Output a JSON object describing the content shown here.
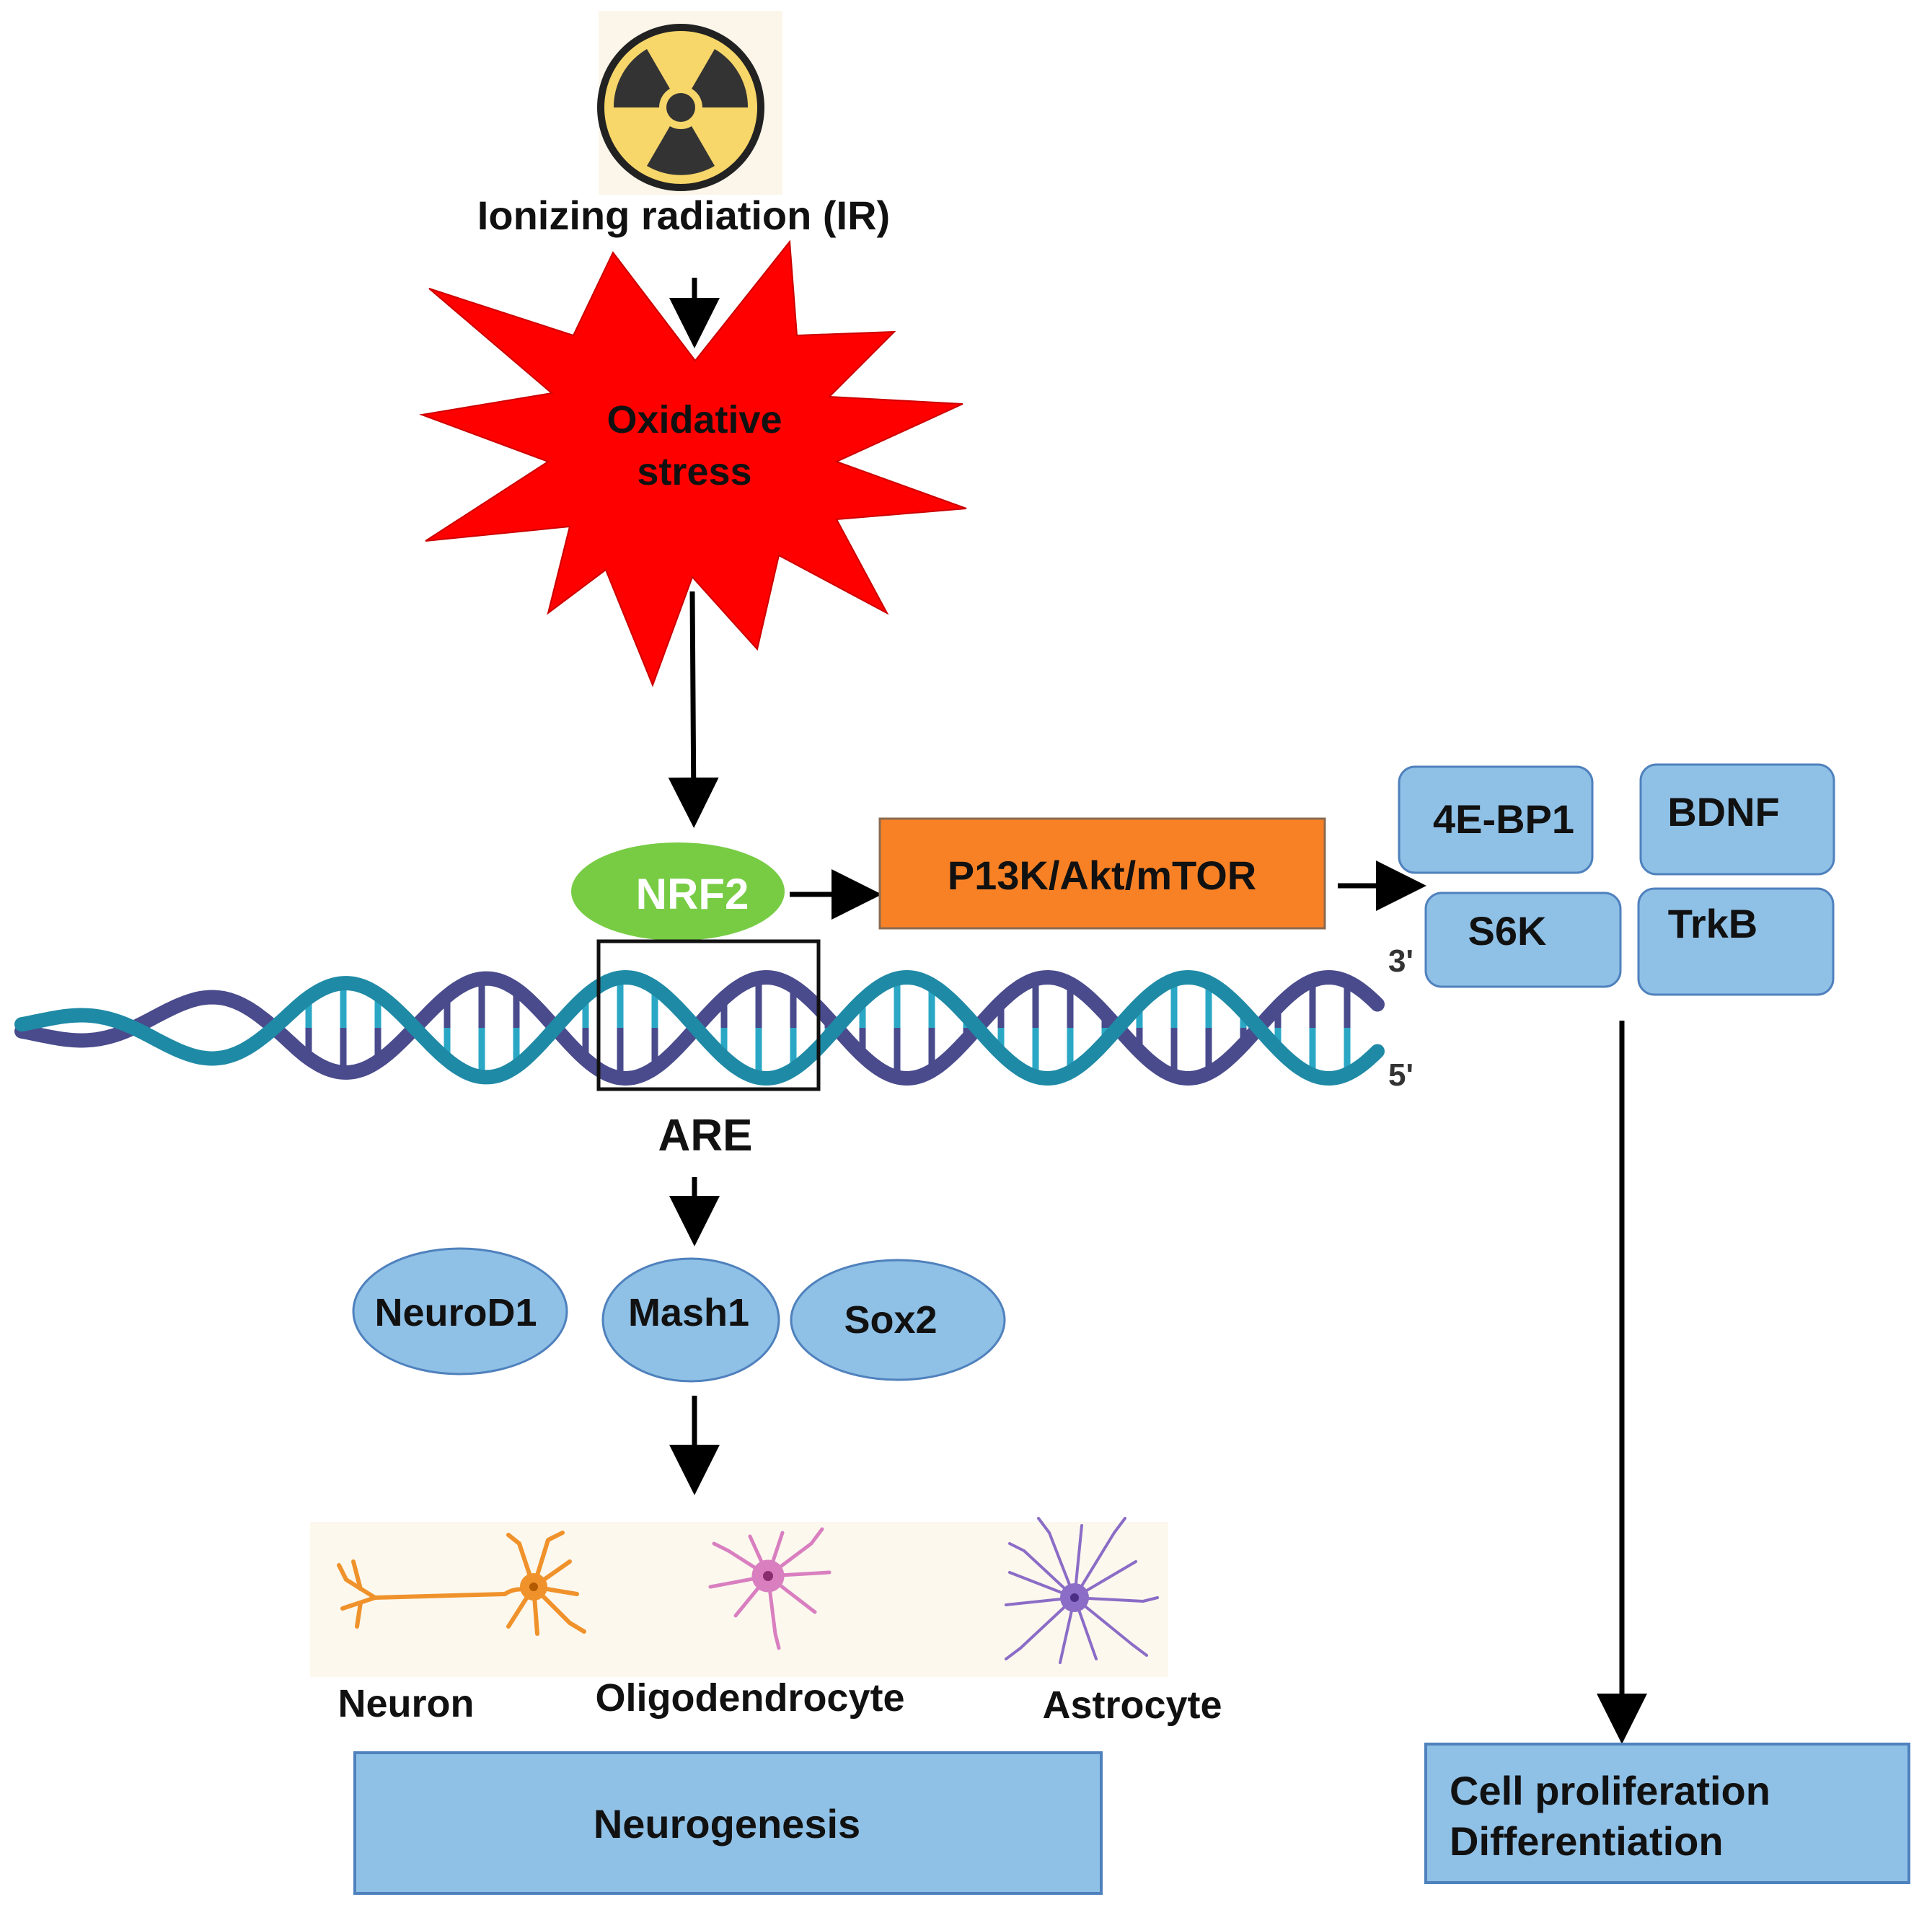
{
  "source": {
    "icon": "radiation-hazard-icon",
    "label": "Ionizing radiation (IR)"
  },
  "stress": {
    "line1": "Oxidative",
    "line2": "stress"
  },
  "nrf2": {
    "label": "NRF2"
  },
  "pathway": {
    "label": "P13K/Akt/mTOR"
  },
  "targets": [
    {
      "label": "4E-BP1"
    },
    {
      "label": "BDNF"
    },
    {
      "label": "S6K"
    },
    {
      "label": "TrkB"
    }
  ],
  "dna": {
    "end_top": "3'",
    "end_bottom": "5'",
    "element_label": "ARE"
  },
  "factors": [
    {
      "label": "NeuroD1"
    },
    {
      "label": "Mash1"
    },
    {
      "label": "Sox2"
    }
  ],
  "cells": [
    {
      "label": "Neuron",
      "icon": "neuron-icon"
    },
    {
      "label": "Oligodendrocyte",
      "icon": "oligodendrocyte-icon"
    },
    {
      "label": "Astrocyte",
      "icon": "astrocyte-icon"
    }
  ],
  "outcome_left": {
    "label": "Neurogenesis"
  },
  "outcome_right": {
    "line1": "Cell proliferation",
    "line2": "Differentiation"
  },
  "colors": {
    "starburst": "#ff0000",
    "nrf2": "#77cc44",
    "pathway": "#f98125",
    "boxes": "#8fc0e6",
    "box_border": "#4f81bd",
    "dna_teal": "#1f8aa6",
    "dna_purple": "#4a4b8c",
    "radiation_yellow": "#f7d66a"
  }
}
